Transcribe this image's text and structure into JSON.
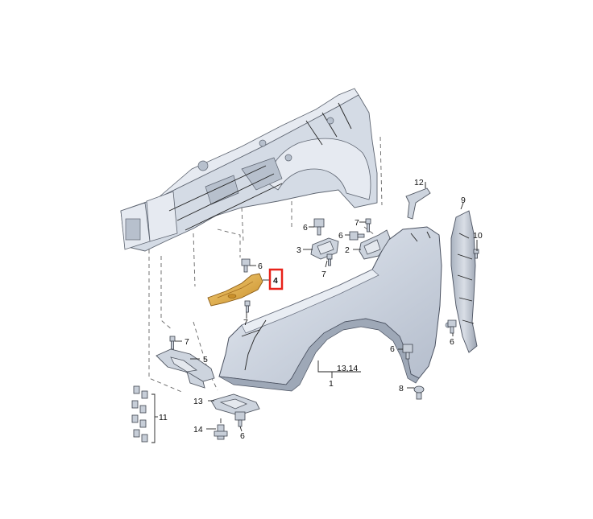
{
  "callouts": {
    "c1": "1",
    "c2": "2",
    "c3": "3",
    "c4": "4",
    "c5": "5",
    "c6a": "6",
    "c6b": "6",
    "c6c": "6",
    "c6d": "6",
    "c6e": "6",
    "c7a": "7",
    "c7b": "7",
    "c7c": "7",
    "c7d": "7",
    "c8": "8",
    "c9": "9",
    "c10": "10",
    "c11": "11",
    "c12": "12",
    "c13": "13",
    "c13_14": "13,14",
    "c14": "14"
  },
  "colors": {
    "highlight_box": "#e8231a",
    "highlighted_part": "#e3b34a",
    "body_panel": "#c9d0dc"
  }
}
